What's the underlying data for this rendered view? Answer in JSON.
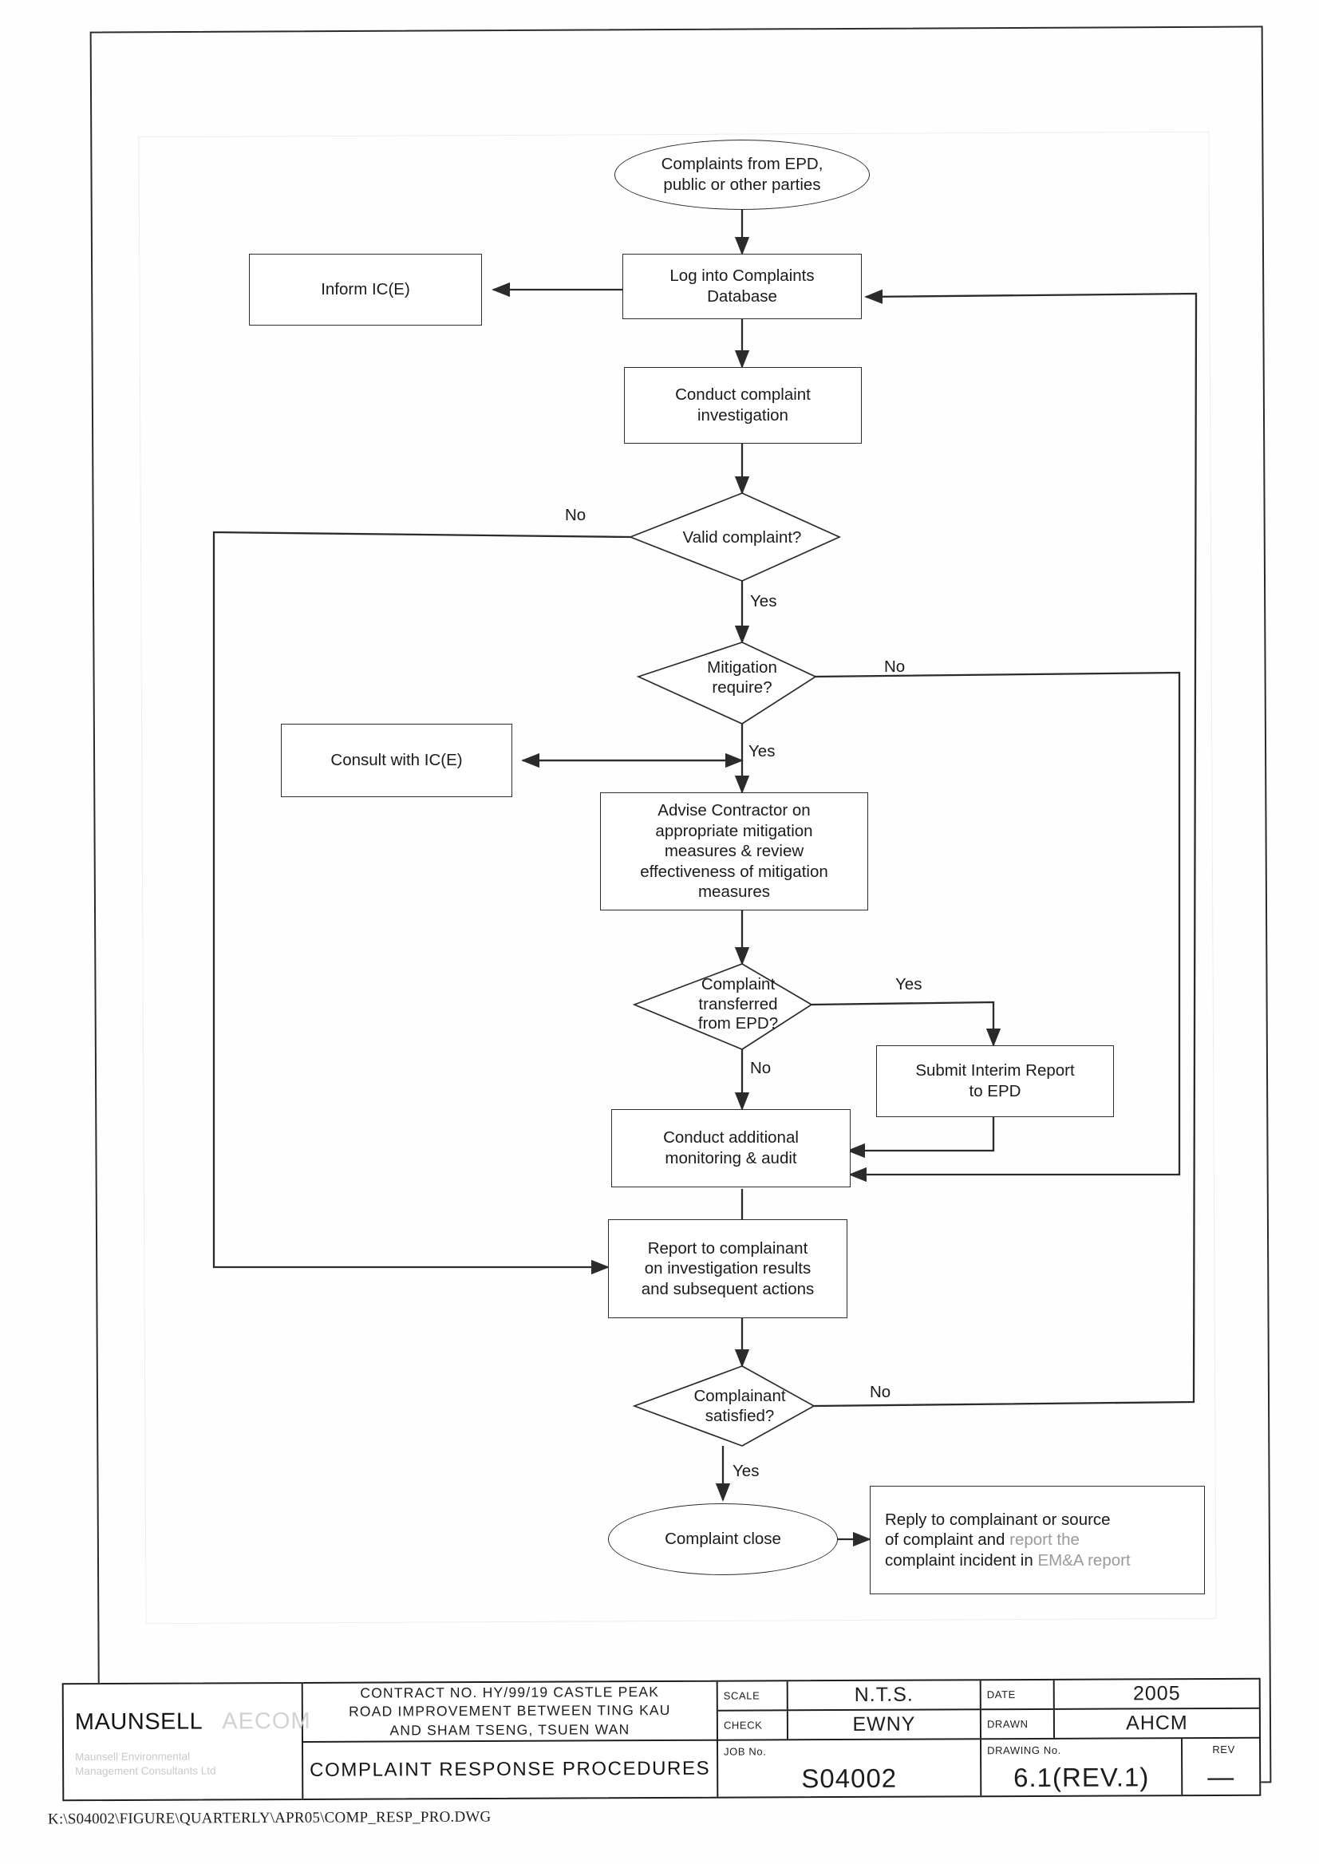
{
  "drawing": {
    "file_path": "K:\\S04002\\FIGURE\\QUARTERLY\\APR05\\COMP_RESP_PRO.DWG"
  },
  "flowchart": {
    "nodes": {
      "start": "Complaints from EPD, public or other parties",
      "inform_ice": "Inform IC(E)",
      "log_db": "Log into Complaints Database",
      "conduct_investigation": "Conduct complaint investigation",
      "valid_complaint": "Valid complaint?",
      "mitigation_require": "Mitigation require?",
      "consult_ice": "Consult with IC(E)",
      "advise_contractor": "Advise Contractor on appropriate mitigation measures & review effectiveness of mitigation measures",
      "transferred_from_epd": "Complaint transferred from EPD?",
      "submit_interim": "Submit Interim Report to EPD",
      "additional_monitoring": "Conduct additional monitoring & audit",
      "report_to_complainant": "Report to complainant on investigation results and subsequent actions",
      "complainant_satisfied": "Complainant satisfied?",
      "complaint_close": "Complaint close",
      "reply_to_complainant": "Reply to complainant or source of complaint and report the complaint incident in EM&A report"
    },
    "node_lines": {
      "start": [
        "Complaints from EPD,",
        "public or other parties"
      ],
      "log_db": [
        "Log into Complaints",
        "Database"
      ],
      "conduct_investigation": [
        "Conduct complaint",
        "investigation"
      ],
      "mitigation_require": [
        "Mitigation",
        "require?"
      ],
      "advise_contractor": [
        "Advise Contractor on",
        "appropriate mitigation",
        "measures & review",
        "effectiveness of mitigation",
        "measures"
      ],
      "transferred_from_epd": [
        "Complaint",
        "transferred",
        "from EPD?"
      ],
      "submit_interim": [
        "Submit Interim Report",
        "to EPD"
      ],
      "additional_monitoring": [
        "Conduct additional",
        "monitoring & audit"
      ],
      "report_to_complainant": [
        "Report to complainant",
        "on investigation results",
        "and subsequent actions"
      ],
      "complainant_satisfied": [
        "Complainant",
        "satisfied?"
      ],
      "reply_to_complainant_a": "Reply to complainant or source",
      "reply_to_complainant_b_dark": "of complaint and ",
      "reply_to_complainant_b_dim": "report the",
      "reply_to_complainant_c_dark": "complaint incident in ",
      "reply_to_complainant_c_dim": "EM&A report"
    },
    "edge_labels": {
      "valid_no": "No",
      "valid_yes": "Yes",
      "mitigation_no": "No",
      "mitigation_yes": "Yes",
      "transferred_yes": "Yes",
      "transferred_no": "No",
      "satisfied_no": "No",
      "satisfied_yes": "Yes"
    }
  },
  "title_block": {
    "logo": {
      "primary": "MAUNSELL",
      "secondary": "AECOM",
      "subtitle_line1": "Maunsell Environmental",
      "subtitle_line2": "Management Consultants Ltd"
    },
    "contract_lines": [
      "CONTRACT NO. HY/99/19 CASTLE PEAK",
      "ROAD IMPROVEMENT BETWEEN TING KAU",
      "AND SHAM TSENG, TSUEN WAN"
    ],
    "drawing_title": "COMPLAINT RESPONSE PROCEDURES",
    "fields": {
      "scale_label": "SCALE",
      "scale_value": "N.T.S.",
      "check_label": "CHECK",
      "check_value": "EWNY",
      "date_label": "DATE",
      "date_value": "2005",
      "drawn_label": "DRAWN",
      "drawn_value": "AHCM",
      "job_no_label": "JOB No.",
      "job_no_value": "S04002",
      "drawing_no_label": "DRAWING No.",
      "drawing_no_value": "6.1(REV.1)",
      "rev_label": "REV",
      "rev_value": "—"
    }
  }
}
